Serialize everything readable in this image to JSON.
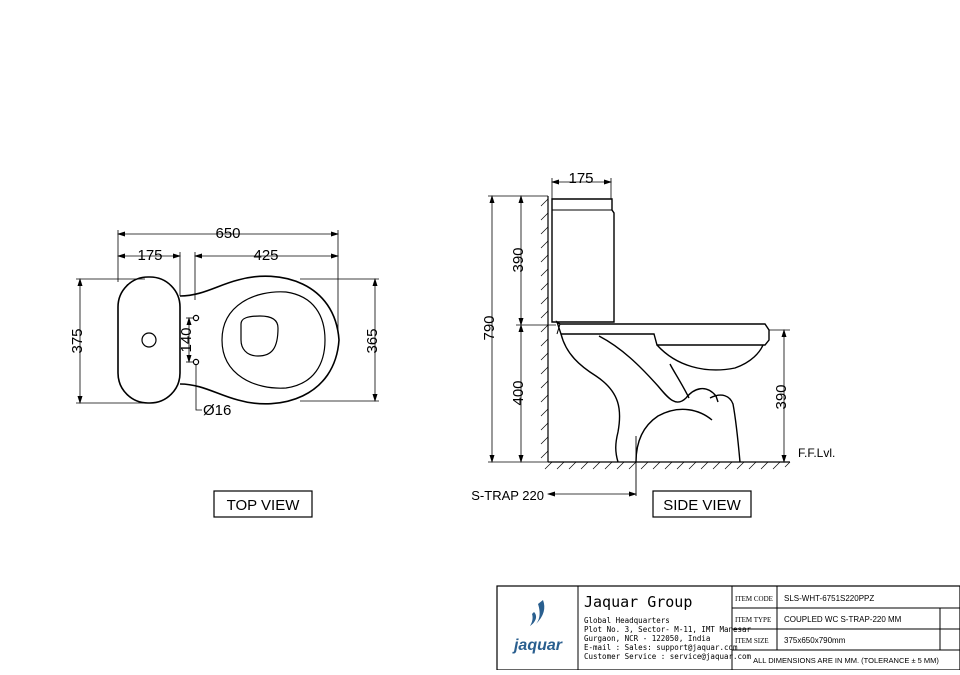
{
  "dimensions": {
    "top_overall_length": "650",
    "top_tank_depth": "175",
    "top_bowl_length": "425",
    "top_width": "375",
    "top_bowl_width": "365",
    "top_hinge_spacing": "140",
    "top_hole_dia": "Ø16",
    "side_tank_depth": "175",
    "side_total_height": "790",
    "side_tank_height": "390",
    "side_seat_height": "400",
    "side_rim_height": "390",
    "side_floor_level": "F.F.Lvl.",
    "side_trap": "S-TRAP 220"
  },
  "views": {
    "top_label": "TOP VIEW",
    "side_label": "SIDE VIEW"
  },
  "title_block": {
    "logo_text": "jaquar",
    "company": "Jaquar Group",
    "address_lines": [
      "Global Headquarters",
      "Plot No. 3, Sector- M-11, IMT Manesar",
      "Gurgaon, NCR - 122050, India",
      "E-mail : Sales: support@jaquar.com",
      "Customer Service : service@jaquar.com"
    ],
    "rows": [
      {
        "label": "ITEM CODE",
        "value": "SLS-WHT-6751S220PPZ"
      },
      {
        "label": "ITEM TYPE",
        "value": "COUPLED WC S-TRAP-220 MM"
      },
      {
        "label": "ITEM SIZE",
        "value": "375x650x790mm"
      }
    ],
    "note": "ALL DIMENSIONS ARE IN MM. (TOLERANCE ± 5 MM)"
  },
  "colors": {
    "ink": "#000000",
    "logo_blue": "#2a5f8f"
  }
}
